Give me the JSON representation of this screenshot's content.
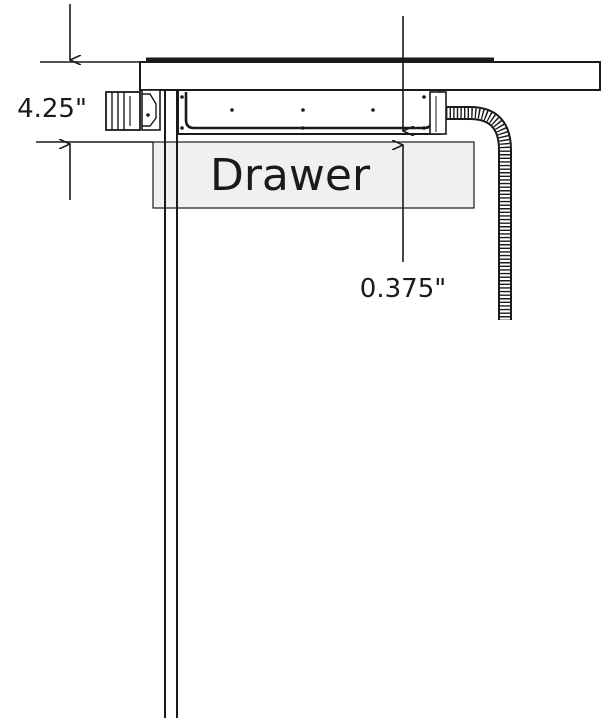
{
  "labels": {
    "height_dimension": "4.25\"",
    "drawer": "Drawer",
    "gap_dimension": "0.375\""
  },
  "colors": {
    "line": "#1a1a1a",
    "drawer_fill": "#f0f0f0",
    "countertop_fill": "#ffffff"
  }
}
